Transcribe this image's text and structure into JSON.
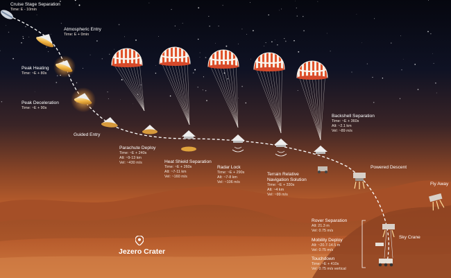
{
  "location": "Jezero Crater",
  "stages": [
    {
      "id": "cruise-stage-separation",
      "title": [
        "Cruise Stage Separation"
      ],
      "details": [
        "Time: E - 10min"
      ]
    },
    {
      "id": "atmospheric-entry",
      "title": [
        "Atmospheric Entry"
      ],
      "details": [
        "Time: E + 0min"
      ]
    },
    {
      "id": "peak-heating",
      "title": [
        "Peak Heating"
      ],
      "details": [
        "Time: ~E + 80s"
      ]
    },
    {
      "id": "peak-deceleration",
      "title": [
        "Peak Deceleration"
      ],
      "details": [
        "Time: ~E + 90s"
      ]
    },
    {
      "id": "guided-entry",
      "title": [
        "Guided Entry"
      ],
      "details": []
    },
    {
      "id": "parachute-deploy",
      "title": [
        "Parachute Deploy"
      ],
      "details": [
        "Time: ~E + 240s",
        "Alt: ~9-13 km",
        "Vel: ~430 m/s"
      ]
    },
    {
      "id": "heat-shield-separation",
      "title": [
        "Heat Shield Separation"
      ],
      "details": [
        "Time: ~E + 260s",
        "Alt: ~7-11 km",
        "Vel: ~160 m/s"
      ]
    },
    {
      "id": "radar-lock",
      "title": [
        "Radar Lock"
      ],
      "details": [
        "Time: ~E + 290s",
        "Alt: ~7-8 km",
        "Vel: ~106 m/s"
      ]
    },
    {
      "id": "terrain-relative-navigation-solution",
      "title": [
        "Terrain Relative",
        "Navigation Solution"
      ],
      "details": [
        "Time: ~E + 330s",
        "Alt: ~4 km",
        "Vel: ~99 m/s"
      ]
    },
    {
      "id": "backshell-separation",
      "title": [
        "Backshell Separation"
      ],
      "details": [
        "Time: ~E + 360s",
        "Alt: ~2.1 km",
        "Vel: ~89 m/s"
      ]
    },
    {
      "id": "powered-descent",
      "title": [
        "Powered Descent"
      ],
      "details": []
    },
    {
      "id": "fly-away",
      "title": [
        "Fly Away"
      ],
      "details": []
    },
    {
      "id": "rover-separation",
      "title": [
        "Rover Separation"
      ],
      "details": [
        "Alt: 21.3 m",
        "Vel: 0.75 m/s"
      ]
    },
    {
      "id": "mobility-deploy",
      "title": [
        "Mobility Deploy"
      ],
      "details": [
        "Alt: ~20.7-14.5 m",
        "Vel: 0.75 m/s"
      ]
    },
    {
      "id": "sky-crane",
      "title": [
        "Sky Crane"
      ],
      "details": []
    },
    {
      "id": "touchdown",
      "title": [
        "Touchdown"
      ],
      "details": [
        "Time: ~E + 410s",
        "Vel: 0.75 m/s vertical"
      ]
    }
  ]
}
